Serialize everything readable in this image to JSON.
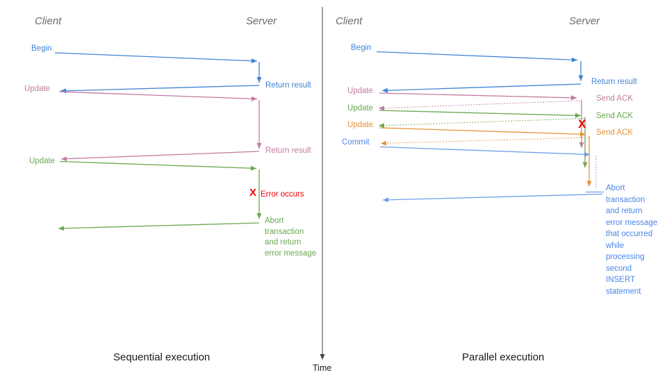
{
  "colors": {
    "blue": "#4083d6",
    "commit_blue": "#4a86e8",
    "light_blue": "#6d9eeb",
    "pink": "#c27ba0",
    "green": "#6aa84f",
    "orange": "#e69138",
    "red": "#f20000",
    "gray": "#6b6b6b",
    "dark": "#1a1a1a",
    "axis": "#3f3f3f"
  },
  "left": {
    "client_header": "Client",
    "server_header": "Server",
    "begin": "Begin",
    "return_result_1": "Return result",
    "update_1": "Update",
    "return_result_2": "Return result",
    "update_2": "Update",
    "error_mark": "X",
    "error_text": "Error occurs",
    "abort_text": "Abort\ntransaction\nand return\nerror message",
    "caption": "Sequential execution"
  },
  "right": {
    "client_header": "Client",
    "server_header": "Server",
    "begin": "Begin",
    "return_result": "Return result",
    "update_1": "Update",
    "send_ack_1": "Send ACK",
    "update_2": "Update",
    "send_ack_2": "Send ACK",
    "update_3": "Update",
    "send_ack_3": "Send ACK",
    "commit": "Commit",
    "error_mark": "X",
    "abort_text": "Abort\ntransaction\nand return\nerror message\nthat occurred\nwhile\nprocessing\nsecond\nINSERT\nstatement",
    "caption": "Parallel execution"
  },
  "time_axis": {
    "label": "Time"
  }
}
